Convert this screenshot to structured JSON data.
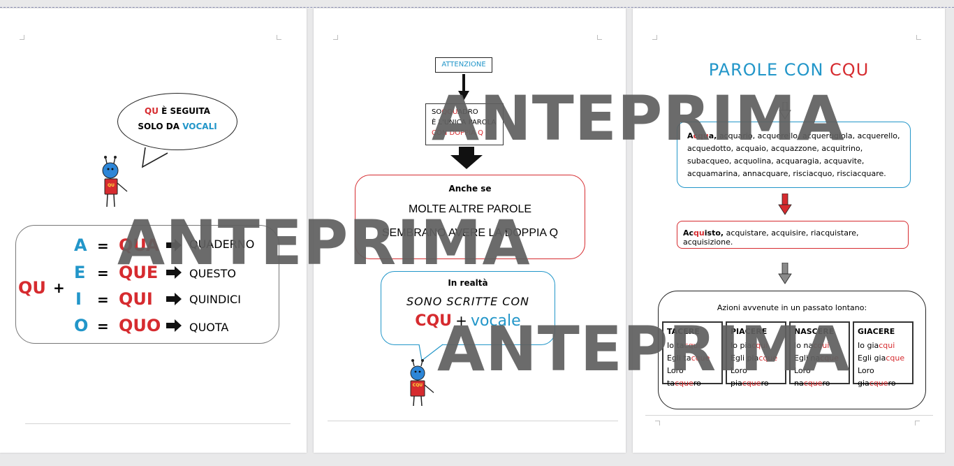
{
  "watermark": "ANTEPRIMA",
  "page1": {
    "bubble": {
      "qu": "QU",
      "seguita": "È SEGUITA",
      "solo_da": "SOLO DA",
      "vocali": "VOCALI"
    },
    "robot_badge": "QU",
    "qu": "QU",
    "plus": "+",
    "rows": [
      {
        "vowel": "A",
        "eq": "=",
        "syllable": "QUA",
        "word": "QUADERNO"
      },
      {
        "vowel": "E",
        "eq": "=",
        "syllable": "QUE",
        "word": "QUESTO"
      },
      {
        "vowel": "I",
        "eq": "=",
        "syllable": "QUI",
        "word": "QUINDICI"
      },
      {
        "vowel": "O",
        "eq": "=",
        "syllable": "QUO",
        "word": "QUOTA"
      }
    ]
  },
  "page2": {
    "attenzione": "ATTENZIONE",
    "small_box": {
      "line1_a": "SO",
      "line1_b": "QQU",
      "line1_c": "ADRO",
      "line2": "È L'UNICA PAROLA",
      "line3": "CON DOPPIA Q"
    },
    "anche_se": "Anche se",
    "molte": "MOLTE ALTRE PAROLE",
    "sembrano": "SEMBRANO AVERE LA DOPPIA Q",
    "in_realta": "In realtà",
    "sono_scritte": "SONO SCRITTE CON",
    "cqu": "CQU",
    "plus": "+",
    "vocale": "vocale",
    "robot_badge": "CQU"
  },
  "page3": {
    "title_a": "PAROLE CON ",
    "title_b": "CQU",
    "box1": {
      "first_a": "A",
      "first_b": "cqu",
      "first_c": "a,",
      "rest": " acquario, acquerello, acquerugiola, acquerello, acquedotto, acquaio, acquazzone, acquitrino, subacqueo, acquolina, acquaragia, acquavite, acquamarina, annacquare, risciacquo, risciacquare."
    },
    "box2": {
      "first_a": "Ac",
      "first_b": "qu",
      "first_c": "isto,",
      "rest": " acquistare, acquisire, riacquistare, acquisizione."
    },
    "azioni": "Azioni avvenute in un passato lontano:",
    "verbs": [
      {
        "title": "TACERE",
        "l1a": "Io ta",
        "l1b": "cqui",
        "l2a": "Egli ta",
        "l2b": "cque",
        "l3a": "Loro ta",
        "l3b": "cque",
        "l3c": "ro"
      },
      {
        "title": "PIACERE",
        "l1a": "Io pia",
        "l1b": "cqui",
        "l2a": "Egli pia",
        "l2b": "cque",
        "l3a": "Loro pia",
        "l3b": "cque",
        "l3c": "ro"
      },
      {
        "title": "NASCERE",
        "l1a": "Io na",
        "l1b": "cqui",
        "l2a": "Egli na",
        "l2b": "cque",
        "l3a": "Loro na",
        "l3b": "cque",
        "l3c": "ro"
      },
      {
        "title": "GIACERE",
        "l1a": "Io gia",
        "l1b": "cqui",
        "l2a": "Egli gia",
        "l2b": "cque",
        "l3a": "Loro gia",
        "l3b": "cque",
        "l3c": "ro"
      }
    ]
  },
  "colors": {
    "red": "#d62b2f",
    "blue": "#2296c9",
    "watermark": "#606060"
  }
}
